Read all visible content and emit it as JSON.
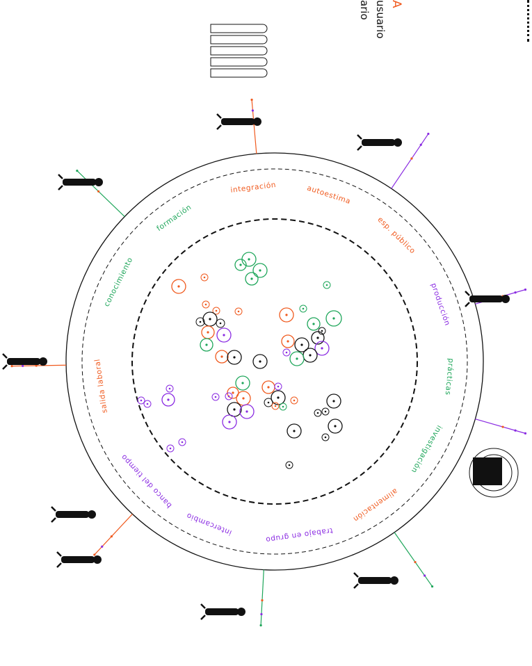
{
  "colors": {
    "orange": "#f05a1e",
    "green": "#1ea65a",
    "purple": "#8a2be2",
    "black": "#111111"
  },
  "corner": {
    "letter": "A",
    "line1": "usuario",
    "line2": "ario"
  },
  "sectors": [
    {
      "label": "integración",
      "color": "orange"
    },
    {
      "label": "autoestima",
      "color": "orange"
    },
    {
      "label": "esp. público",
      "color": "orange"
    },
    {
      "label": "producción",
      "color": "purple"
    },
    {
      "label": "prácticas",
      "color": "green"
    },
    {
      "label": "investigación",
      "color": "green"
    },
    {
      "label": "alimentación",
      "color": "orange"
    },
    {
      "label": "trabajo en grupo",
      "color": "purple"
    },
    {
      "label": "intercambio",
      "color": "purple"
    },
    {
      "label": "banco del tiempo",
      "color": "purple"
    },
    {
      "label": "salida laboral",
      "color": "orange"
    },
    {
      "label": "conocimiento",
      "color": "green"
    },
    {
      "label": "formación",
      "color": "green"
    }
  ],
  "icons": [
    {
      "name": "group-people-icon"
    },
    {
      "name": "walking-person-icon"
    },
    {
      "name": "person-with-cart-icon"
    },
    {
      "name": "person-at-board-icon"
    },
    {
      "name": "people-in-circle-icon"
    },
    {
      "name": "person-with-easel-icon"
    },
    {
      "name": "people-talking-icon"
    },
    {
      "name": "person-at-table-icon"
    },
    {
      "name": "person-sitting-icon"
    },
    {
      "name": "people-exercising-icon"
    },
    {
      "name": "person-lying-icon"
    }
  ]
}
